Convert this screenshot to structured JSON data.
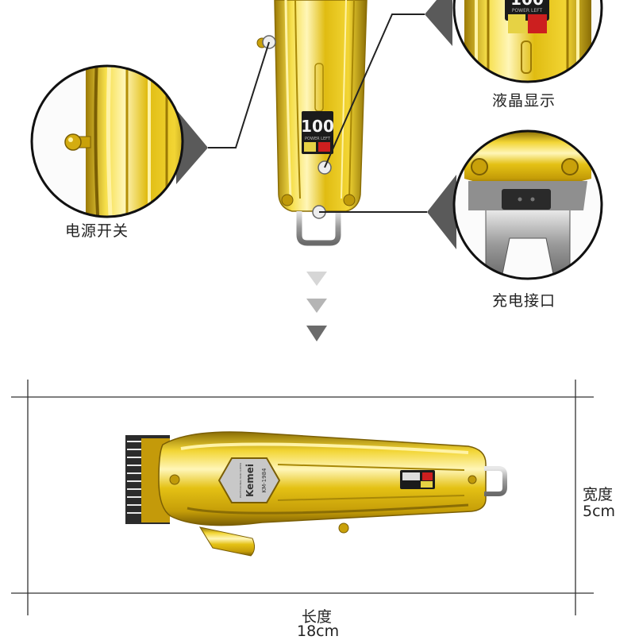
{
  "callouts": {
    "power_switch": "电源开关",
    "lcd_display": "液晶显示",
    "charging_port": "充电接口"
  },
  "device": {
    "brand": "Kemei",
    "model": "KM-1984",
    "subtitle": "PROFESSIONAL HAIR CLIPPER",
    "lcd_digits": "100",
    "lcd_caption": "POWER LEFT"
  },
  "dimensions": {
    "width_label": "宽度",
    "width_value": "5cm",
    "length_label": "长度",
    "length_value": "18cm"
  },
  "colors": {
    "gold": "#e3c315",
    "gold_light": "#fff3a6",
    "gold_dark": "#8a6d05",
    "callout_gray": "#555555",
    "arrow_light": "#cccccc",
    "arrow_dark": "#6b6b6b"
  }
}
